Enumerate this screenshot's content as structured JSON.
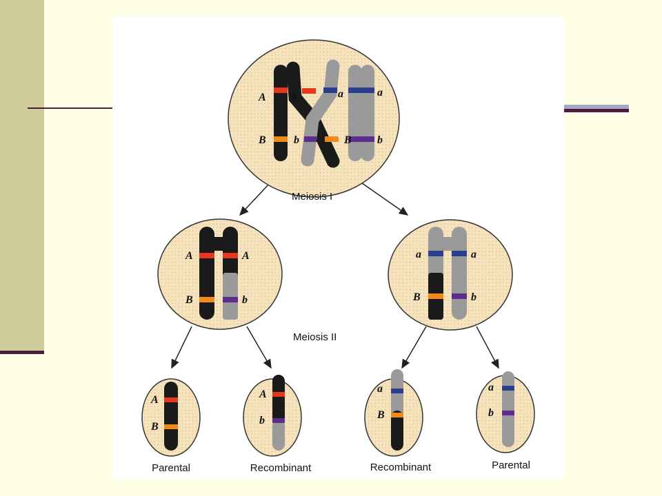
{
  "figure": {
    "stage_labels": {
      "meiosis_1": "Meiosis I",
      "meiosis_2": "Meiosis II"
    },
    "alleles": {
      "A": "A",
      "a": "a",
      "B": "B",
      "b": "b"
    },
    "products": [
      {
        "label": "Parental"
      },
      {
        "label": "Recombinant"
      },
      {
        "label": "Recombinant"
      },
      {
        "label": "Parental"
      }
    ]
  },
  "colors": {
    "cell_fill": "#F6E3BC",
    "cell_stroke": "#333333",
    "chromosome_dark": "#1A1A1A",
    "chromosome_light": "#9A9A9A",
    "band_A": "#E8351D",
    "band_a": "#2B3E8F",
    "band_B": "#F08A1A",
    "band_b": "#5D2C8C",
    "arrow": "#222222"
  }
}
